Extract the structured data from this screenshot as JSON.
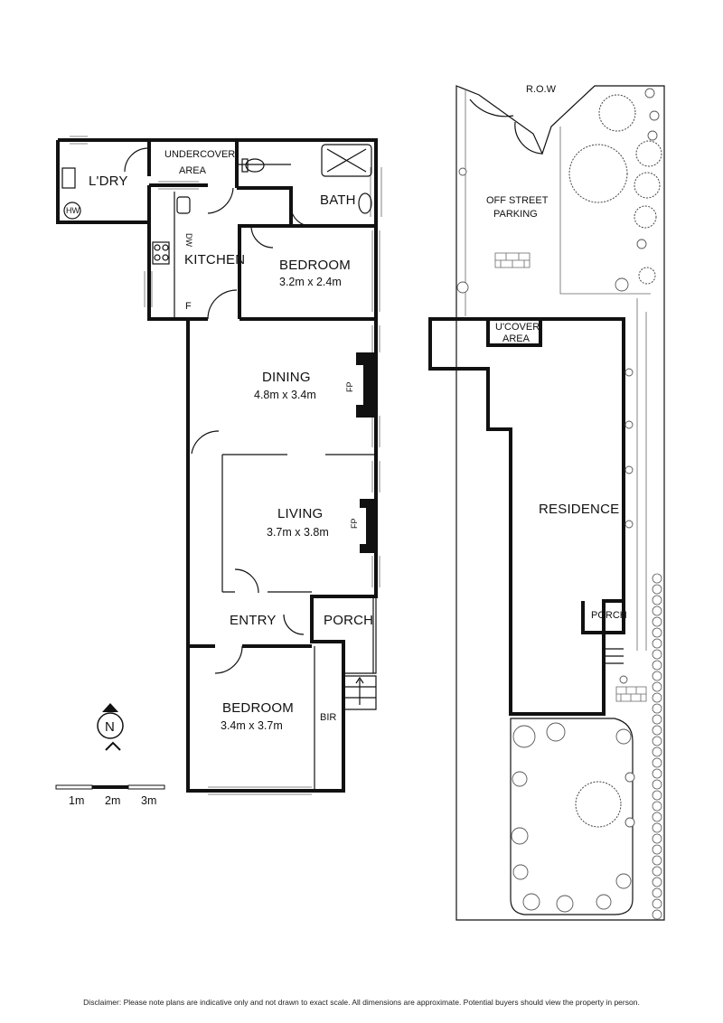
{
  "floor_plan": {
    "rooms": {
      "laundry": {
        "label": "L'DRY",
        "fixture": "HW"
      },
      "undercover": {
        "label_line1": "UNDERCOVER",
        "label_line2": "AREA"
      },
      "bath": {
        "label": "BATH"
      },
      "kitchen": {
        "label": "KITCHEN",
        "dw": "DW",
        "fridge": "F"
      },
      "bedroom_rear": {
        "label": "BEDROOM",
        "dims": "3.2m x 2.4m"
      },
      "dining": {
        "label": "DINING",
        "dims": "4.8m x 3.4m",
        "fp": "FP"
      },
      "living": {
        "label": "LIVING",
        "dims": "3.7m x 3.8m",
        "fp": "FP"
      },
      "entry": {
        "label": "ENTRY"
      },
      "porch": {
        "label": "PORCH"
      },
      "bedroom_front": {
        "label": "BEDROOM",
        "dims": "3.4m x 3.7m",
        "bir": "BIR"
      }
    },
    "north": {
      "letter": "N"
    },
    "scale": {
      "labels": [
        "1m",
        "2m",
        "3m"
      ]
    }
  },
  "site_plan": {
    "row": "R.O.W",
    "parking_line1": "OFF STREET",
    "parking_line2": "PARKING",
    "ucover_line1": "U'COVER",
    "ucover_line2": "AREA",
    "residence": "RESIDENCE",
    "porch": "PORCH"
  },
  "disclaimer": "Disclaimer: Please note plans are indicative only and not drawn to exact scale. All dimensions are approximate. Potential buyers should view the property in person."
}
